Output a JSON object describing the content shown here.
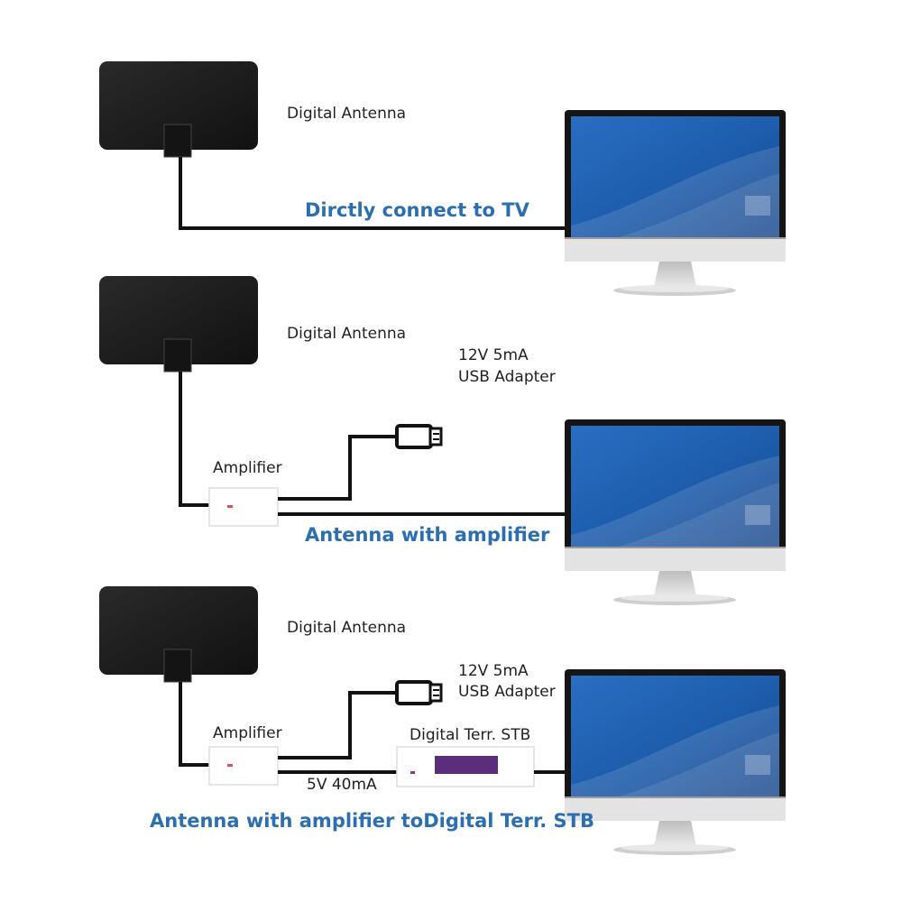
{
  "sections": [
    {
      "antenna_label": "Digital Antenna",
      "caption": "Dirctly connect to TV"
    },
    {
      "antenna_label": "Digital Antenna",
      "adapter_label_line1": "12V 5mA",
      "adapter_label_line2": "USB Adapter",
      "amplifier_label": "Amplifier",
      "caption": "Antenna with amplifier"
    },
    {
      "antenna_label": "Digital Antenna",
      "adapter_label_line1": "12V 5mA",
      "adapter_label_line2": "USB Adapter",
      "amplifier_label": "Amplifier",
      "stb_label": "Digital Terr. STB",
      "cable_label": "5V 40mA",
      "caption": "Antenna with amplifier toDigital Terr. STB"
    }
  ],
  "colors": {
    "caption": "#2b6fb0",
    "antenna": "#1b1b1b",
    "screen": "#1a5fae",
    "stb_display": "#5b2d7a",
    "cable": "#111111"
  }
}
